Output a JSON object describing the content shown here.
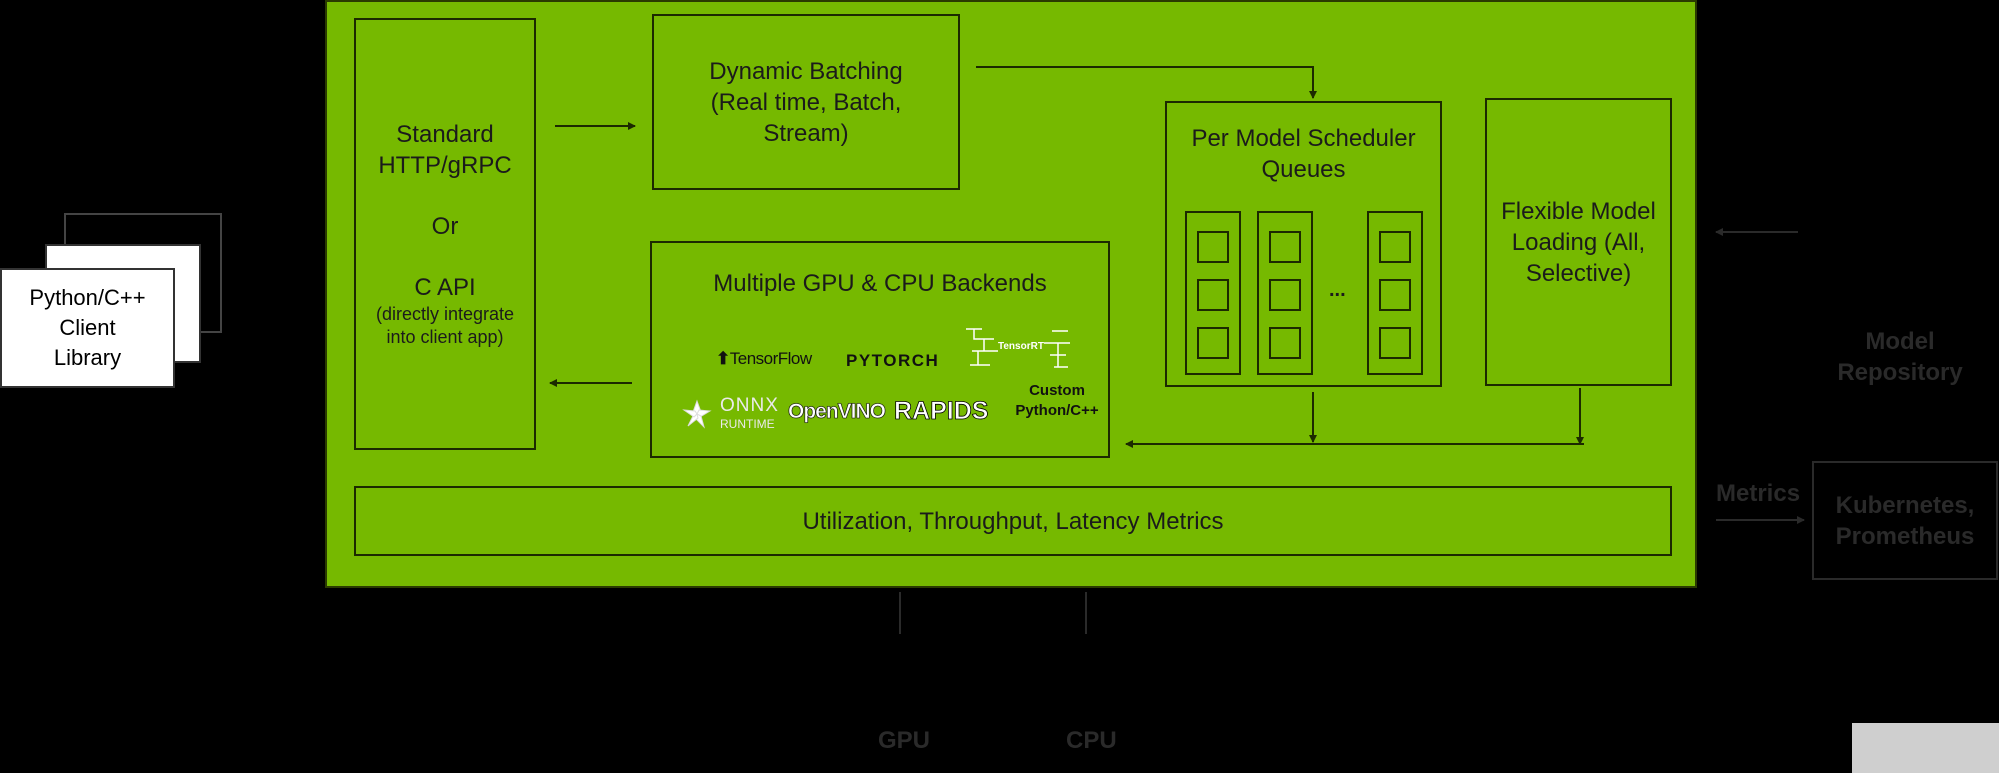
{
  "client": {
    "label": "Python/C++\nClient\nLibrary"
  },
  "api": {
    "l1": "Standard",
    "l2": "HTTP/gRPC",
    "or": "Or",
    "capi": "C API",
    "note1": "(directly integrate",
    "note2": "into client app)"
  },
  "batching": {
    "l1": "Dynamic Batching",
    "l2": "(Real time, Batch,",
    "l3": "Stream)"
  },
  "backends": {
    "title": "Multiple GPU & CPU Backends",
    "logos": [
      "TensorFlow",
      "PYTORCH",
      "TensorRT",
      "ONNX",
      "RUNTIME",
      "OpenVINO",
      "RAPIDS",
      "Custom",
      "Python/C++"
    ]
  },
  "scheduler": {
    "l1": "Per Model Scheduler",
    "l2": "Queues",
    "ellipsis": "..."
  },
  "loading": {
    "l1": "Flexible Model",
    "l2": "Loading (All,",
    "l3": "Selective)"
  },
  "metrics_bar": {
    "label": "Utilization, Throughput, Latency Metrics"
  },
  "outside": {
    "repo1": "Model",
    "repo2": "Repository",
    "metrics": "Metrics",
    "k8s1": "Kubernetes,",
    "k8s2": "Prometheus",
    "gpu": "GPU",
    "cpu": "CPU"
  },
  "colors": {
    "accent": "#76b900",
    "background": "#000000"
  }
}
